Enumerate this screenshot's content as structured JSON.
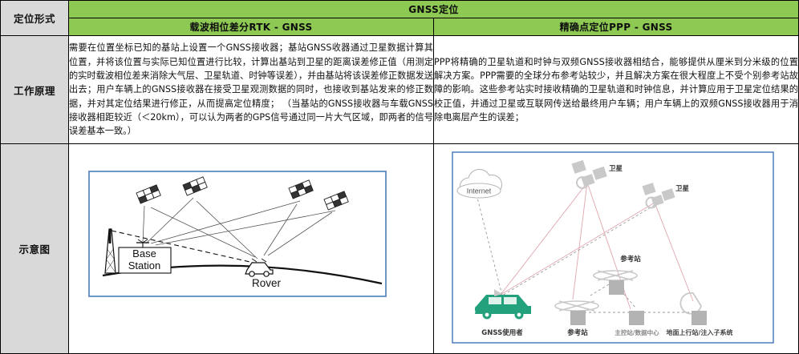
{
  "table": {
    "row_label_header": "定位形式",
    "group_header": "GNSS定位",
    "columns": [
      {
        "title": "载波相位差分RTK - GNSS"
      },
      {
        "title": "精确点定位PPP - GNSS"
      }
    ],
    "rows": [
      {
        "label": "工作原理",
        "cells": [
          "需要在位置坐标已知的基站上设置一个GNSS接收器；基站GNSS收器通过卫星数据计算其位置，并将该位置与实际已知位置进行比较，计算出基站到卫星的距离误差修正值（用测定的实时载波相位差来消除大气层、卫星轨道、时钟等误差），并由基站将该误差修正数据发送出去；用户车辆上的GNSS接收器在接受卫星观测数据的同时，也接收到基站发来的修正数据，并对其定位结果进行修正，从而提高定位精度；\n（当基站的GNSS接收器与车载GNSS接收器相距较近（＜20km），可以认为两者的GPS信号通过同一片大气区域，即两者的信号误差基本一致。）",
          "PPP将精确的卫星轨道和时钟与双频GNSS接收器相结合，能够提供从厘米到分米级的位置解决方案。PPP需要的全球分布参考站较少，并且解决方案在很大程度上不受个别参考站故障的影响。这些参考站实时接收精确的卫星轨道和时钟信息，并计算应用于卫星定位结果的校正值，并通过卫星或互联网传送给最终用户车辆；用户车辆上的双频GNSS接收器用于消除电离层产生的误差；"
        ]
      },
      {
        "label": "示意图",
        "cells": [
          "",
          ""
        ]
      }
    ]
  },
  "diagram_left": {
    "name": "rtk-gnss-schematic",
    "labels": {
      "base_station_line1": "Base",
      "base_station_line2": "Station",
      "rover": "Rover"
    },
    "satellite_count": 4,
    "frame_color": "#4a7ebb"
  },
  "diagram_right": {
    "name": "ppp-gnss-schematic",
    "labels": {
      "internet": "Internet",
      "satellite_1": "卫星",
      "satellite_2": "卫星",
      "reference_station_top": "参考站",
      "user_bottom": "GNSS使用者",
      "reference_station_bottom": "参考站",
      "control_center_bottom": "主控站/数据中心",
      "uplink_station_bottom": "地面上行站/注入子系统"
    },
    "colors": {
      "car": "#23a07c",
      "node": "#b3b3b3",
      "link_pink": "#e0a6ad",
      "link_dashed": "#9b9b9b",
      "frame": "#4a7ebb"
    }
  },
  "palette": {
    "header_green": "#8DC953",
    "label_gray": "#d9d9d9",
    "border": "#000000",
    "text": "#111111"
  }
}
